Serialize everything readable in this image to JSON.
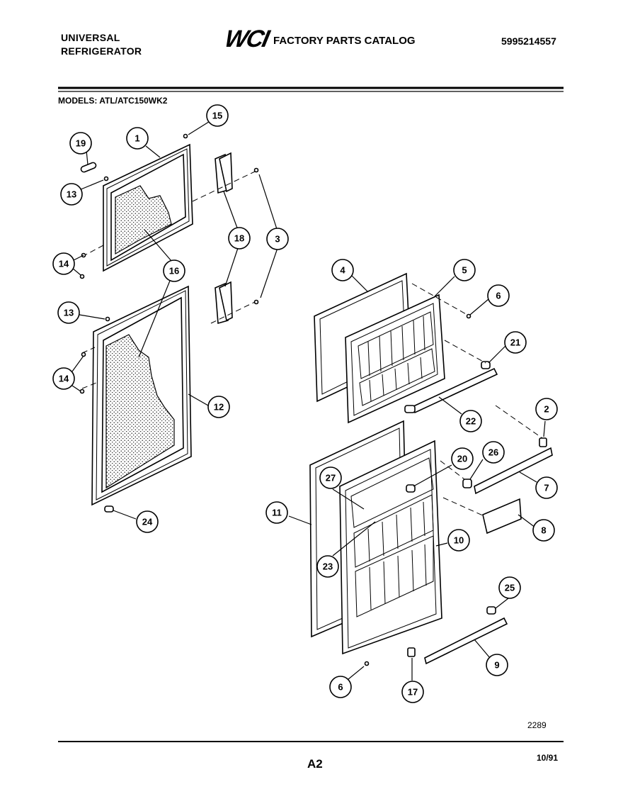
{
  "header": {
    "brand_line1": "UNIVERSAL",
    "brand_line2": "REFRIGERATOR",
    "logo": "WCI",
    "catalog_title": "FACTORY PARTS CATALOG",
    "part_number": "5995214557"
  },
  "models": "MODELS:  ATL/ATC150WK2",
  "callouts": [
    "1",
    "2",
    "3",
    "4",
    "5",
    "6",
    "6",
    "7",
    "8",
    "9",
    "10",
    "11",
    "12",
    "13",
    "13",
    "14",
    "14",
    "15",
    "16",
    "17",
    "18",
    "19",
    "20",
    "21",
    "22",
    "23",
    "24",
    "25",
    "26",
    "27"
  ],
  "footer": {
    "code": "2289",
    "page": "A2",
    "date": "10/91"
  }
}
